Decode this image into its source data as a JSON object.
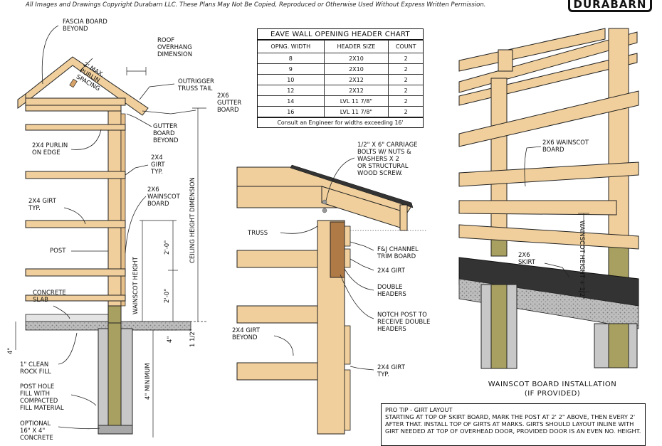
{
  "copyright": "All Images and Drawings Copyright Durabarn LLC.  These Plans May Not Be Copied, Reproduced or Otherwise Used Without Express Written Permission.",
  "logo": "DURABARN",
  "left_labels": {
    "fascia": "FASCIA BOARD\nBEYOND",
    "roof_overhang": "ROOF\nOVERHANG\nDIMENSION",
    "purlin_spacing": "2' MAX.\nPURLIN\nSPACING",
    "outrigger": "OUTRIGGER\nTRUSS TAIL",
    "gutter_2x6": "2X6\nGUTTER\nBOARD",
    "gutter_beyond": "GUTTER\nBOARD\nBEYOND",
    "purlin_edge": "2X4 PURLIN\nON EDGE",
    "girt_typ": "2X4\nGIRT\nTYP.",
    "girt_typ2": "2X4 GIRT\nTYP.",
    "wainscot_board": "2X6\nWAINSCOT\nBOARD",
    "post": "POST",
    "concrete_slab": "CONCRETE\nSLAB",
    "rock_fill": "1\" CLEAN\nROCK FILL",
    "post_hole": "POST HOLE\nFILL WITH\nCOMPACTED\nFILL MATERIAL",
    "optional": "OPTIONAL\n16\" X 4\"\nCONCRETE",
    "ceiling_height": "CEILING HEIGHT DIMENSION",
    "wainscot_height": "WAINSCOT HEIGHT",
    "four_min": "4\" MINIMUM",
    "dim_2_0a": "2'-0\"",
    "dim_2_0b": "2'-0\"",
    "dim_4a": "4\"",
    "dim_4b": "4\"",
    "dim_1_5": "1 1/2\""
  },
  "center_labels": {
    "carriage_bolts": "1/2\" X 6\" CARRIAGE\nBOLTS W/ NUTS &\nWASHERS X 2\nOR STRUCTURAL\nWOOD SCREW.",
    "truss": "TRUSS",
    "fj_channel": "F&J CHANNEL\nTRIM BOARD",
    "girt_2x4": "2X4 GIRT",
    "double_headers": "DOUBLE\nHEADERS",
    "notch_post": "NOTCH POST TO\nRECEIVE DOUBLE\nHEADERS",
    "girt_beyond": "2X4 GIRT\nBEYOND",
    "girt_typ": "2X4 GIRT\nTYP."
  },
  "right_labels": {
    "wainscot_board": "2X6 WAINSCOT\nBOARD",
    "skirt": "2X6\nSKIRT",
    "wainscot_height": "WAINSCOT HEIGHT + 1/2\""
  },
  "header_chart": {
    "title": "EAVE WALL OPENING HEADER CHART",
    "columns": [
      "OPNG. WIDTH",
      "HEADER SIZE",
      "COUNT"
    ],
    "rows": [
      [
        "8",
        "2X10",
        "2"
      ],
      [
        "9",
        "2X10",
        "2"
      ],
      [
        "10",
        "2X12",
        "2"
      ],
      [
        "12",
        "2X12",
        "2"
      ],
      [
        "14",
        "LVL 11 7/8\"",
        "2"
      ],
      [
        "16",
        "LVL 11 7/8\"",
        "2"
      ]
    ],
    "note": "Consult an Engineer for widths exceeding 16'"
  },
  "caption": "WAINSCOT BOARD INSTALLATION\n(IF PROVIDED)",
  "protip": {
    "title": "PRO TIP - GIRT LAYOUT",
    "body": "STARTING AT TOP OF SKIRT BOARD,  MARK THE POST AT 2' 2\" ABOVE, THEN EVERY 2' AFTER THAT. INSTALL TOP OF GIRTS AT MARKS.  GIRTS SHOULD LAYOUT INLINE WITH GIRT NEEDED AT TOP OF OVERHEAD DOOR, PROVIDED DOOR IS AN EVEN NO. HEIGHT."
  },
  "colors": {
    "lumber": "#f0cf9c",
    "lumber_dark": "#d9a46a",
    "treated": "#a8a060",
    "concrete": "#c8c8c8",
    "gravel": "#9a9a9a"
  }
}
